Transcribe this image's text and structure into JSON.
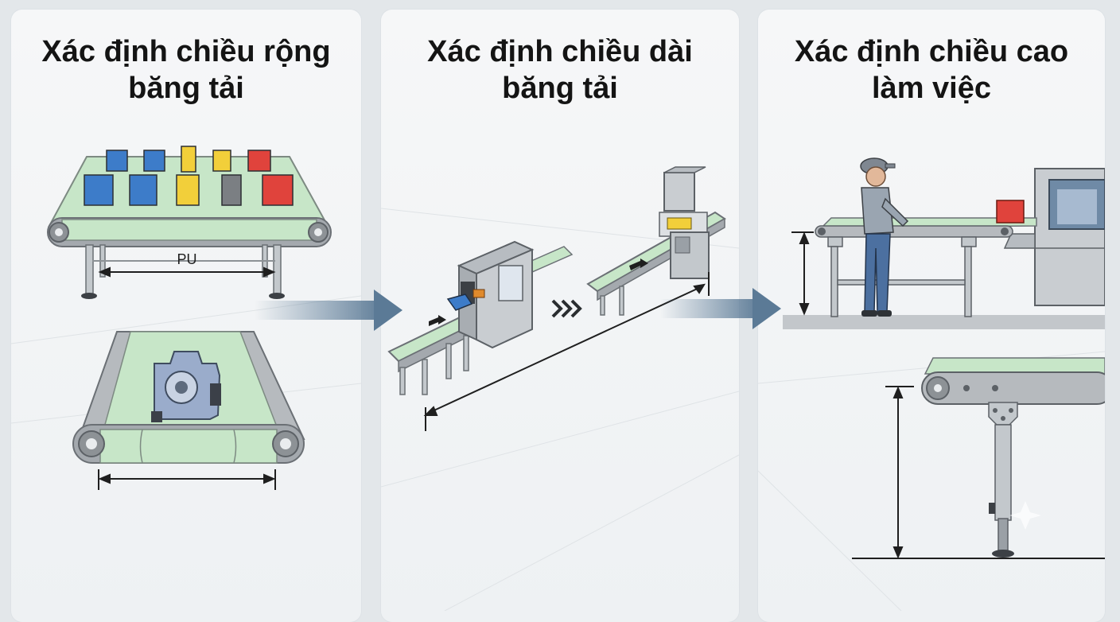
{
  "panels": [
    {
      "title_line1": "Xác định chiều rộng",
      "title_line2": "băng tải",
      "dimension_label": "PU"
    },
    {
      "title_line1": "Xác định chiều dài",
      "title_line2": "băng tải"
    },
    {
      "title_line1": "Xác định chiều cao",
      "title_line2": "làm việc"
    }
  ],
  "colors": {
    "belt_green": "#c7e6c8",
    "frame_gray": "#9aa0a6",
    "arrow_blue": "#5b7a96",
    "box_blue": "#3d7cc9",
    "box_yellow": "#f2cf3a",
    "box_red": "#e0433c",
    "box_gray": "#7b7f83"
  }
}
